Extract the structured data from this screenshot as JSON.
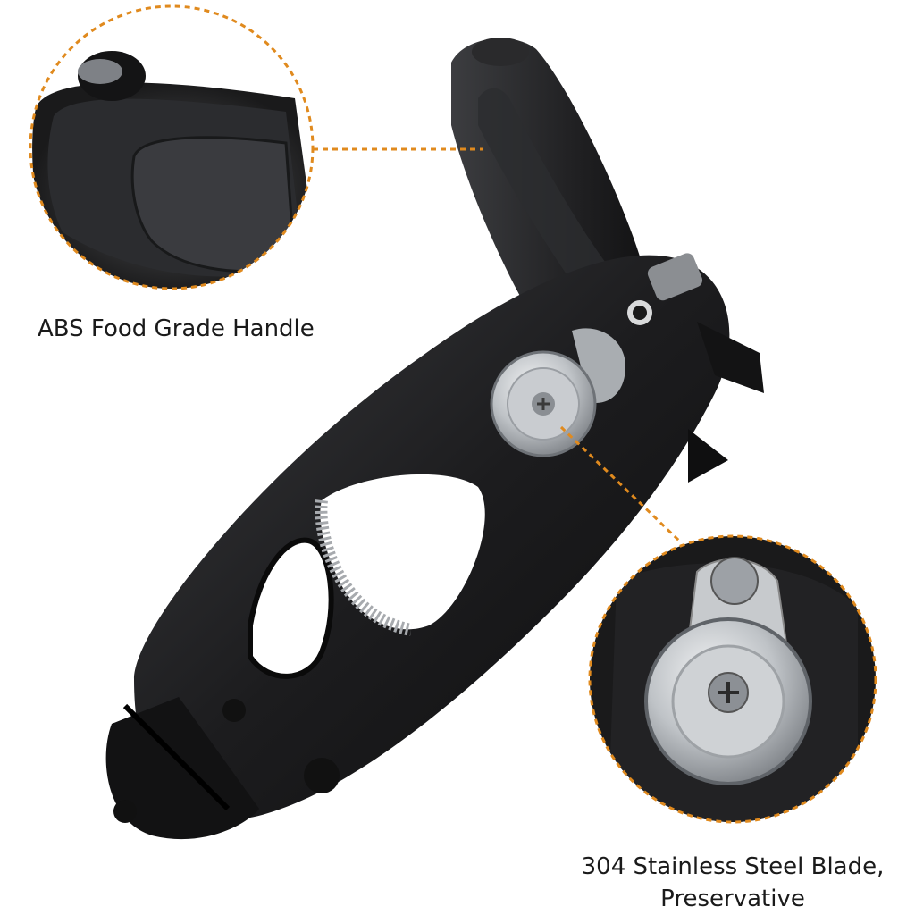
{
  "callouts": {
    "handle": {
      "text": "ABS Food Grade Handle"
    },
    "blade": {
      "line1": "304 Stainless Steel Blade,",
      "line2": "Preservative"
    }
  },
  "colors": {
    "accent_dashed": "#e08a1e",
    "body": "#1b1b1d",
    "steel": "#bfc3c7"
  }
}
